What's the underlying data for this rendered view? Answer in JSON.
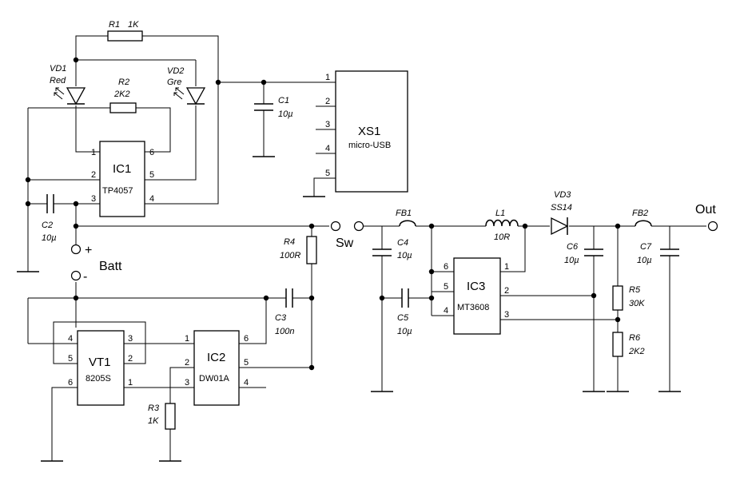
{
  "components": {
    "r1": {
      "ref": "R1",
      "value": "1K"
    },
    "r2": {
      "ref": "R2",
      "value": "2K2"
    },
    "r3": {
      "ref": "R3",
      "value": "1K"
    },
    "r4": {
      "ref": "R4",
      "value": "100R"
    },
    "r5": {
      "ref": "R5",
      "value": "30K"
    },
    "r6": {
      "ref": "R6",
      "value": "2K2"
    },
    "vd1": {
      "ref": "VD1",
      "value": "Red"
    },
    "vd2": {
      "ref": "VD2",
      "value": "Gre"
    },
    "vd3": {
      "ref": "VD3",
      "value": "SS14"
    },
    "c1": {
      "ref": "C1",
      "value": "10µ"
    },
    "c2": {
      "ref": "C2",
      "value": "10µ"
    },
    "c3": {
      "ref": "C3",
      "value": "100n"
    },
    "c4": {
      "ref": "C4",
      "value": "10µ"
    },
    "c5": {
      "ref": "C5",
      "value": "10µ"
    },
    "c6": {
      "ref": "C6",
      "value": "10µ"
    },
    "c7": {
      "ref": "C7",
      "value": "10µ"
    },
    "fb1": {
      "ref": "FB1"
    },
    "fb2": {
      "ref": "FB2"
    },
    "l1": {
      "ref": "L1",
      "value": "10R"
    }
  },
  "ics": {
    "ic1": {
      "name": "IC1",
      "type": "TP4057",
      "pins": [
        "1",
        "2",
        "3",
        "6",
        "5",
        "4"
      ]
    },
    "xs1": {
      "name": "XS1",
      "type": "micro-USB",
      "pins": [
        "1",
        "2",
        "3",
        "4",
        "5"
      ]
    },
    "vt1": {
      "name": "VT1",
      "type": "8205S",
      "pins": [
        "4",
        "5",
        "6",
        "3",
        "2",
        "1"
      ]
    },
    "ic2": {
      "name": "IC2",
      "type": "DW01A",
      "pins": [
        "1",
        "2",
        "3",
        "6",
        "5",
        "4"
      ]
    },
    "ic3": {
      "name": "IC3",
      "type": "MT3608",
      "pins": [
        "6",
        "5",
        "4",
        "1",
        "2",
        "3"
      ]
    }
  },
  "labels": {
    "batt": "Batt",
    "plus": "+",
    "minus": "-",
    "sw": "Sw",
    "out": "Out"
  }
}
